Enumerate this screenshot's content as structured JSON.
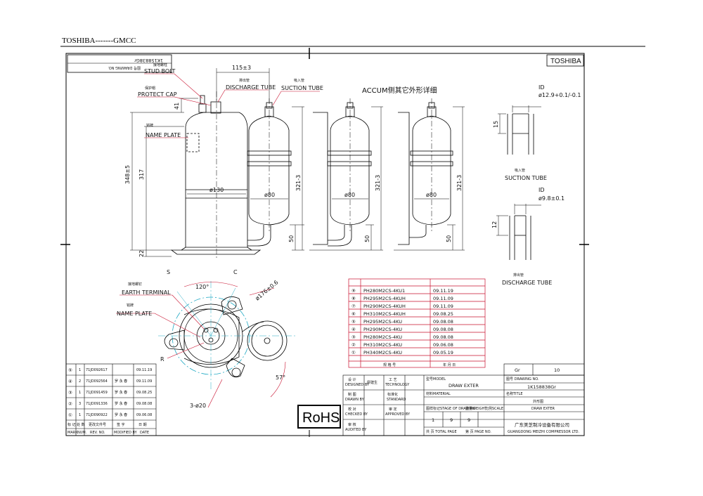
{
  "header": {
    "text": "TOSHIBA-------GMCC"
  },
  "title_box": {
    "brand": "TOSHIBA",
    "rotated_no": "1K158838Gr",
    "rotated_label": "图号 DRAWING NO."
  },
  "front_view": {
    "dims": {
      "top_width": "115±3",
      "height_total": "348±5",
      "height_body": "317",
      "height_41": "41",
      "base": "22",
      "diam_body": "ø130",
      "diam_accum": "ø80",
      "accum_height": "321-3",
      "accum_bottom": "50"
    },
    "labels": {
      "stud_bolt_cn": "接地螺柱",
      "stud_bolt": "STUD BOLT",
      "protect_cap_cn": "保护帽",
      "protect_cap": "PROTECT CAP",
      "name_plate_cn": "铭牌",
      "name_plate": "NAME PLATE",
      "discharge_cn": "排出管",
      "discharge": "DISCHARGE TUBE",
      "suction_cn": "吸入管",
      "suction": "SUCTION TUBE"
    }
  },
  "accum_title": "ACCUM侧其它外形详细",
  "accum_views": [
    {
      "diam": "ø80",
      "height": "321-3",
      "bottom": "50"
    },
    {
      "diam": "ø80",
      "height": "321-3",
      "bottom": "50"
    }
  ],
  "tube_details": {
    "suction": {
      "id_label": "ID",
      "id_value": "ø12.9+0.1/-0.1",
      "dim": "15",
      "cn": "吸入管",
      "name": "SUCTION TUBE"
    },
    "discharge": {
      "id_label": "ID",
      "id_value": "ø9.8±0.1",
      "dim": "12",
      "cn": "排出管",
      "name": "DISCHARGE TUBE"
    }
  },
  "top_view": {
    "labels": {
      "s": "S",
      "c": "C",
      "r": "R",
      "angle": "120°",
      "angle2": "57°",
      "holes": "3-ø20",
      "bolt_circle": "ø176±0.6",
      "earth_cn": "接地螺钉",
      "earth": "EARTH TERMINAL",
      "plate_cn": "铭牌",
      "plate": "NAME PLATE"
    }
  },
  "model_table": {
    "rows": [
      {
        "mark": "⑨",
        "model": "PH280M2CS-4KU1",
        "date": "09.11.19"
      },
      {
        "mark": "⑧",
        "model": "PH295M2CS-4KUH",
        "date": "09.11.09"
      },
      {
        "mark": "⑦",
        "model": "PH290M2CS-4KUH",
        "date": "09.11.09"
      },
      {
        "mark": "⑥",
        "model": "PH310M2CS-4KUH",
        "date": "09.08.25"
      },
      {
        "mark": "⑤",
        "model": "PH295M2CS-4KU",
        "date": "09.08.08"
      },
      {
        "mark": "④",
        "model": "PH290M2CS-4KU",
        "date": "09.08.08"
      },
      {
        "mark": "③",
        "model": "PH280M2CS-4KU",
        "date": "09.08.08"
      },
      {
        "mark": "②",
        "model": "PH310M2CS-4KU",
        "date": "09.06.08"
      },
      {
        "mark": "①",
        "model": "PH340M2CS-4KU",
        "date": "09.05.19"
      }
    ],
    "footer_model": "规 格 号",
    "footer_date": "年 月 日"
  },
  "revision_table": {
    "rows": [
      {
        "mark": "⑤",
        "qty": "1",
        "doc": "71JD092617",
        "sign": "",
        "date": "09.11.19"
      },
      {
        "mark": "④",
        "qty": "2",
        "doc": "71JD092564",
        "sign": "罗 永 春",
        "date": "09.11.09"
      },
      {
        "mark": "③",
        "qty": "1",
        "doc": "71JD091459",
        "sign": "罗 永 春",
        "date": "09.08.25"
      },
      {
        "mark": "②",
        "qty": "3",
        "doc": "71JD091336",
        "sign": "罗 永 春",
        "date": "09.08.08"
      },
      {
        "mark": "①",
        "qty": "1",
        "doc": "71JD090922",
        "sign": "罗 永 春",
        "date": "09.06.08"
      }
    ],
    "header": {
      "mark": "标 记",
      "qty": "处 数",
      "doc": "更改文件号",
      "sign": "签 字",
      "date": "日 期"
    },
    "header_en": {
      "mark": "MARK",
      "qty": "NUM.",
      "doc": "REV. NO.",
      "sign": "MODIFIED BY",
      "date": "DATE"
    }
  },
  "title_block": {
    "gr_label": "Gr",
    "gr_value": "10",
    "designed": "设 计",
    "designed_en": "DESIGNED BY",
    "designer": "廖建生",
    "technology": "工 艺",
    "technology_en": "TECHNOLOGY",
    "drawn": "制 图",
    "drawn_en": "DRAWN BY",
    "standard": "标准化",
    "standard_en": "STANDARD",
    "checked": "校 对",
    "checked_en": "CHECKED BY",
    "approved": "审 定",
    "approved_en": "APPROVED BY",
    "audited": "审 核",
    "audited_en": "AUDITED BY",
    "model_label": "型号MODEL",
    "model_value": "DRAW EXTER",
    "material_label": "材料MATERIAL",
    "drawing_no_label": "图号 DRAWING NO.",
    "drawing_no": "1K158838Gr",
    "title_label": "名称TITLE",
    "title_cn": "外形图",
    "title_en": "DRAW EXTER",
    "stage_label": "图样标记STAGE OF DRAWING",
    "weight_label": "重量WEIGHT",
    "scale_label": "比例SCALE",
    "stage_values": [
      "1",
      "9",
      "9"
    ],
    "pages_total": "共 页 TOTAL PAGE",
    "page_no": "第 页 PAGE NO.",
    "company_cn": "广东美芝制冷设备有限公司",
    "company_en": "GUANGDONG MEIZHI COMPRESSOR LTD."
  },
  "rohs": "RoHS"
}
